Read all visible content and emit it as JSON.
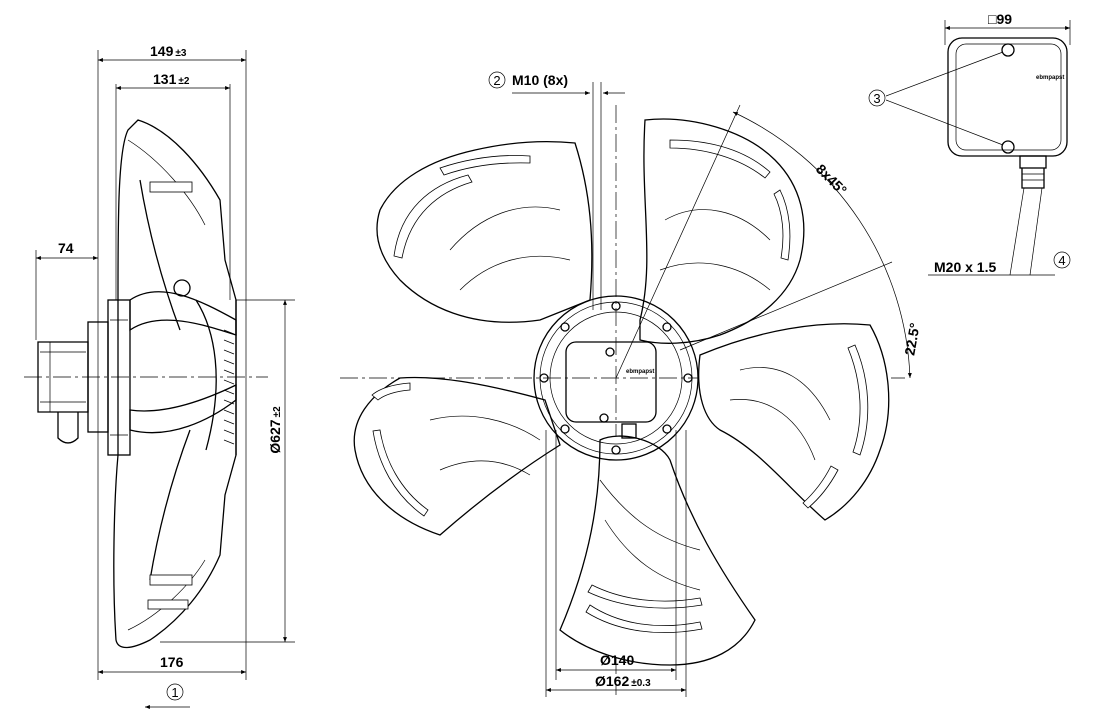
{
  "dimensions": {
    "overall_depth": "149",
    "overall_depth_tol": "±3",
    "blade_depth": "131",
    "blade_depth_tol": "±2",
    "terminal_box_offset": "74",
    "overall_diameter": "Ø627",
    "overall_diameter_tol": "±2",
    "guard_depth": "176",
    "hub_diameter": "Ø140",
    "bolt_circle": "Ø162",
    "bolt_circle_tol": "±0.3",
    "mounting_thread": "M10 (8x)",
    "hole_pitch": "8x45°",
    "angle_offset": "22.5°",
    "terminal_box_size": "□99",
    "cable_gland": "M20 x 1.5"
  },
  "callouts": {
    "c1": "1",
    "c2": "2",
    "c3": "3",
    "c4": "4"
  },
  "brand": {
    "motor_label": "ebmpapst",
    "box_label": "ebmpapst"
  }
}
